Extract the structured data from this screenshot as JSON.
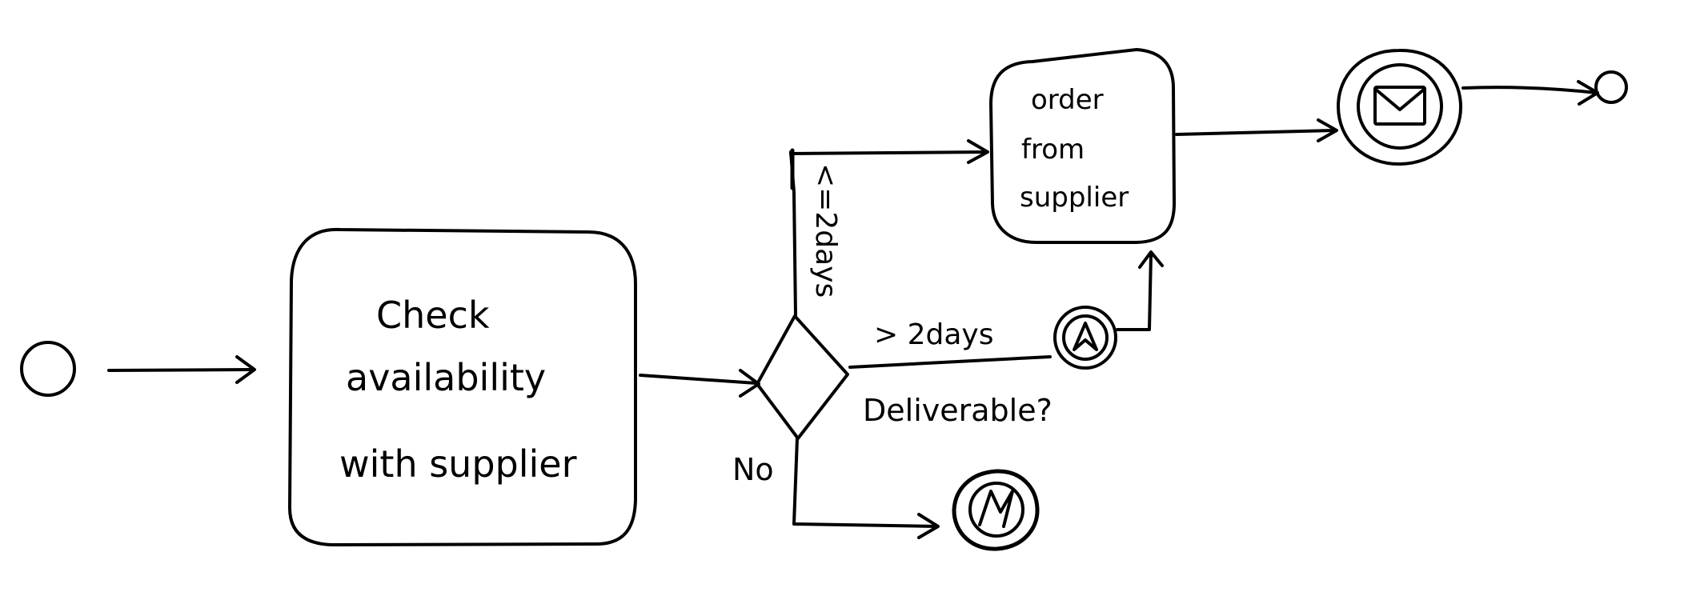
{
  "diagram": {
    "type": "bpmn-process-sketch",
    "tasks": {
      "check_availability": {
        "lines": [
          "Check",
          "availability",
          "with supplier"
        ]
      },
      "order_from_supplier": {
        "lines": [
          "order",
          "from",
          "supplier"
        ]
      }
    },
    "gateway": {
      "label": "Deliverable?"
    },
    "flows": {
      "within_two_days": "<=2days",
      "more_than_two_days": "> 2days",
      "not_deliverable": "No"
    },
    "events": {
      "start": "start-event",
      "timer_escalation": "escalation-intermediate-event",
      "message_throw": "message-intermediate-event",
      "error_end": "error-end-event",
      "end": "end-event"
    }
  }
}
